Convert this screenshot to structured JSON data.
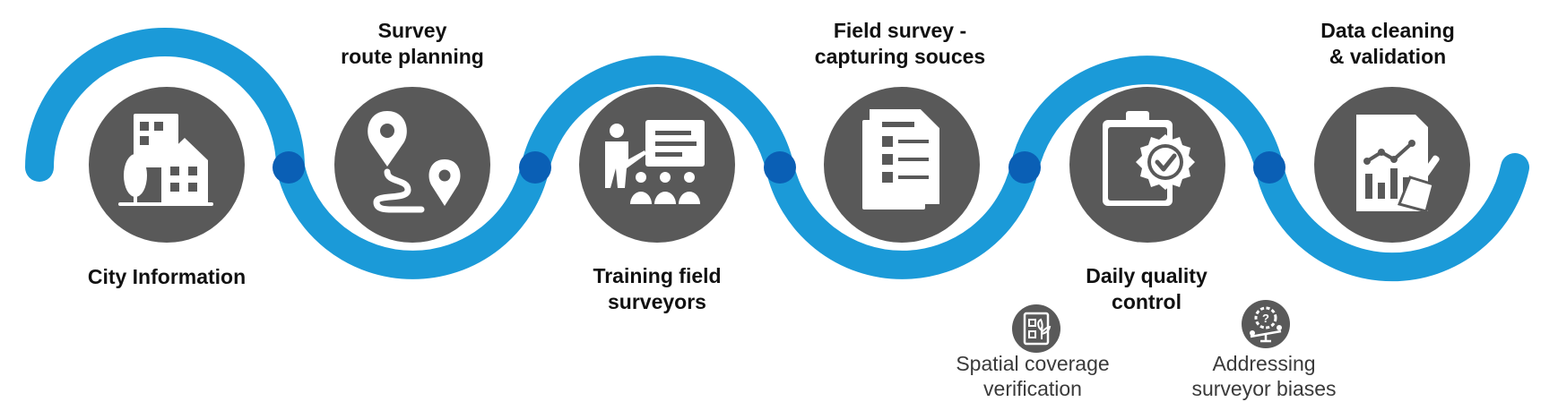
{
  "colors": {
    "wave": "#1b9ad8",
    "connector": "#0a5fb5",
    "circle": "#595959",
    "icon": "#ffffff",
    "text": "#111111"
  },
  "steps": [
    {
      "label_lines": [
        "City Information"
      ],
      "icon": "buildings-icon"
    },
    {
      "label_lines": [
        "Survey",
        "route planning"
      ],
      "icon": "route-pins-icon"
    },
    {
      "label_lines": [
        "Training field",
        "surveyors"
      ],
      "icon": "presentation-icon"
    },
    {
      "label_lines": [
        "Field survey -",
        "capturing souces"
      ],
      "icon": "checklist-document-icon"
    },
    {
      "label_lines": [
        "Daily quality",
        "control"
      ],
      "icon": "clipboard-badge-icon"
    },
    {
      "label_lines": [
        "Data cleaning",
        "& validation"
      ],
      "icon": "report-broom-icon"
    }
  ],
  "sub_steps": [
    {
      "label_lines": [
        "Spatial coverage",
        "verification"
      ],
      "icon": "document-plant-icon"
    },
    {
      "label_lines": [
        "Addressing",
        "surveyor biases"
      ],
      "icon": "gear-scale-icon"
    }
  ]
}
